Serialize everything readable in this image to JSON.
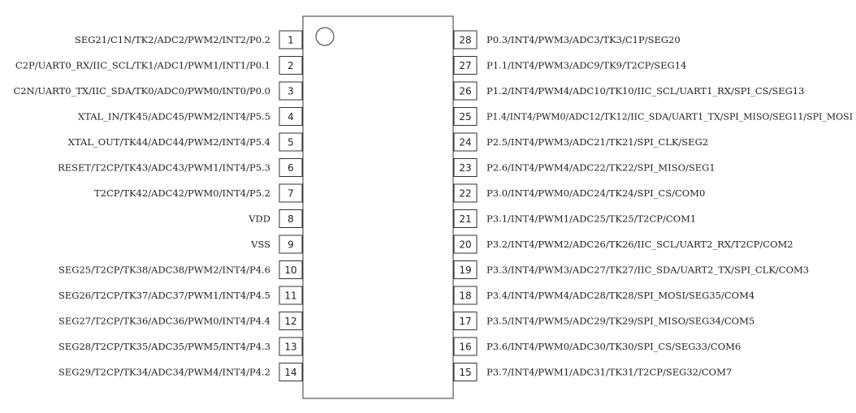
{
  "left_pins": [
    {
      "num": "1",
      "label": "SEG21/C1N/TK2/ADC2/PWM2/INT2/P0.2"
    },
    {
      "num": "2",
      "label": "C2P/UART0_RX/IIC_SCL/TK1/ADC1/PWM1/INT1/P0.1"
    },
    {
      "num": "3",
      "label": "C2N/UART0_TX/IIC_SDA/TK0/ADC0/PWM0/INT0/P0.0"
    },
    {
      "num": "4",
      "label": "XTAL_IN/TK45/ADC45/PWM2/INT4/P5.5"
    },
    {
      "num": "5",
      "label": "XTAL_OUT/TK44/ADC44/PWM2/INT4/P5.4"
    },
    {
      "num": "6",
      "label": "RESET/T2CP/TK43/ADC43/PWM1/INT4/P5.3"
    },
    {
      "num": "7",
      "label": "T2CP/TK42/ADC42/PWM0/INT4/P5.2"
    },
    {
      "num": "8",
      "label": "VDD"
    },
    {
      "num": "9",
      "label": "VSS"
    },
    {
      "num": "10",
      "label": "SEG25/T2CP/TK38/ADC38/PWM2/INT4/P4.6"
    },
    {
      "num": "11",
      "label": "SEG26/T2CP/TK37/ADC37/PWM1/INT4/P4.5"
    },
    {
      "num": "12",
      "label": "SEG27/T2CP/TK36/ADC36/PWM0/INT4/P4.4"
    },
    {
      "num": "13",
      "label": "SEG28/T2CP/TK35/ADC35/PWM5/INT4/P4.3"
    },
    {
      "num": "14",
      "label": "SEG29/T2CP/TK34/ADC34/PWM4/INT4/P4.2"
    }
  ],
  "right_pins": [
    {
      "num": "28",
      "label": "P0.3/INT4/PWM3/ADC3/TK3/C1P/SEG20"
    },
    {
      "num": "27",
      "label": "P1.1/INT4/PWM3/ADC9/TK9/T2CP/SEG14"
    },
    {
      "num": "26",
      "label": "P1.2/INT4/PWM4/ADC10/TK10/IIC_SCL/UART1_RX/SPI_CS/SEG13"
    },
    {
      "num": "25",
      "label": "P1.4/INT4/PWM0/ADC12/TK12/IIC_SDA/UART1_TX/SPI_MISO/SEG11/SPI_MOSI"
    },
    {
      "num": "24",
      "label": "P2.5/INT4/PWM3/ADC21/TK21/SPI_CLK/SEG2"
    },
    {
      "num": "23",
      "label": "P2.6/INT4/PWM4/ADC22/TK22/SPI_MISO/SEG1"
    },
    {
      "num": "22",
      "label": "P3.0/INT4/PWM0/ADC24/TK24/SPI_CS/COM0"
    },
    {
      "num": "21",
      "label": "P3.1/INT4/PWM1/ADC25/TK25/T2CP/COM1"
    },
    {
      "num": "20",
      "label": "P3.2/INT4/PWM2/ADC26/TK26/IIC_SCL/UART2_RX/T2CP/COM2"
    },
    {
      "num": "19",
      "label": "P3.3/INT4/PWM3/ADC27/TK27/IIC_SDA/UART2_TX/SPI_CLK/COM3"
    },
    {
      "num": "18",
      "label": "P3.4/INT4/PWM4/ADC28/TK28/SPI_MOSI/SEG35/COM4"
    },
    {
      "num": "17",
      "label": "P3.5/INT4/PWM5/ADC29/TK29/SPI_MISO/SEG34/COM5"
    },
    {
      "num": "16",
      "label": "P3.6/INT4/PWM0/ADC30/TK30/SPI_CS/SEG33/COM6"
    },
    {
      "num": "15",
      "label": "P3.7/INT4/PWM1/ADC31/TK31/T2CP/SEG32/COM7"
    }
  ]
}
